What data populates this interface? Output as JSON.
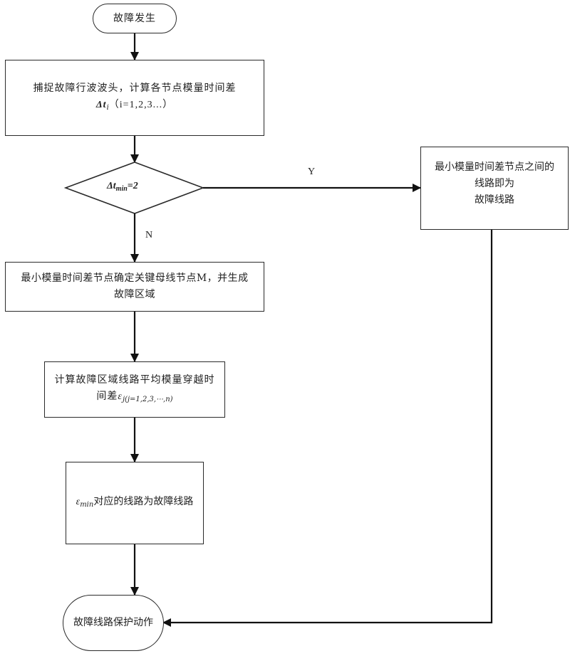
{
  "flowchart": {
    "start": {
      "label": "故障发生"
    },
    "capture": {
      "line1": "捕捉故障行波波头，计算各节点模量时间差",
      "symbol": "Δt",
      "symbol_sub": "i",
      "range": "（i=1,2,3...）"
    },
    "decision": {
      "symbol": "Δt",
      "symbol_sub": "min",
      "condition": "=2",
      "yes_label": "Y",
      "no_label": "N"
    },
    "yes_result": {
      "line1": "最小模量时间差节点之间的",
      "line2": "线路即为",
      "line3": "故障线路"
    },
    "fault_region": {
      "line1": "最小模量时间差节点确定关键母线节点M，并生成",
      "line2": "故障区域"
    },
    "avg_time": {
      "line1": "计算故障区域线路平均模量穿越时",
      "line2_prefix": "间差",
      "symbol": "ε",
      "symbol_sub": "j(j=1,2,3,⋯,n)"
    },
    "min_eps": {
      "symbol": "ε",
      "symbol_sub": "min",
      "text": "对应的线路为故障线路"
    },
    "end": {
      "label": "故障线路保护动作"
    }
  }
}
